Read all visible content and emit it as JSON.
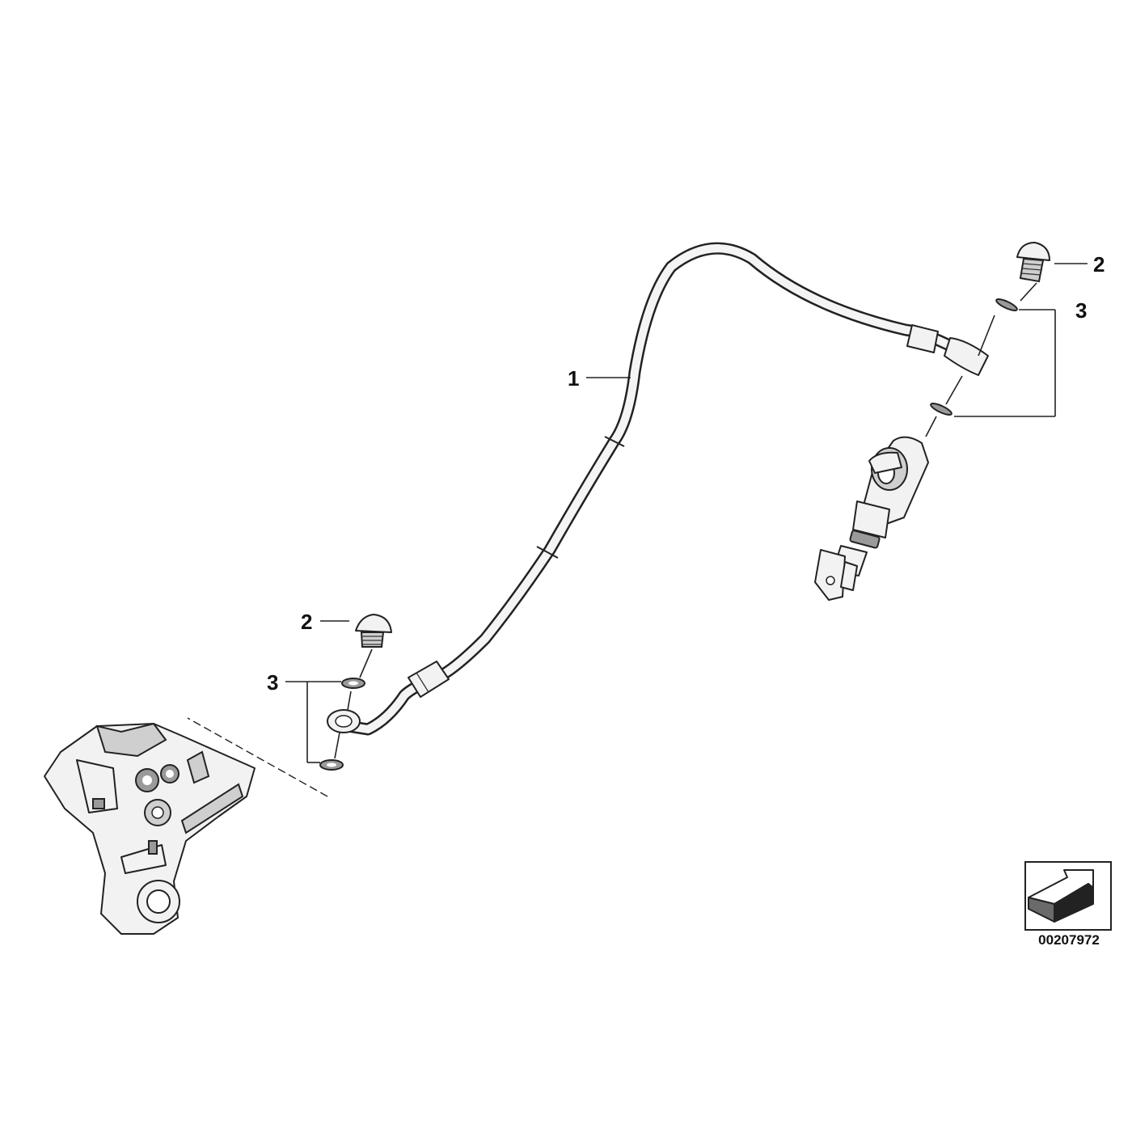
{
  "callouts": {
    "hose": "1",
    "banjo_bolt_upper": "2",
    "banjo_bolt_lower": "2",
    "seal_ring_upper": "3",
    "seal_ring_lower": "3"
  },
  "drawing_number": "00207972",
  "icon": "navigation-arrow-icon"
}
